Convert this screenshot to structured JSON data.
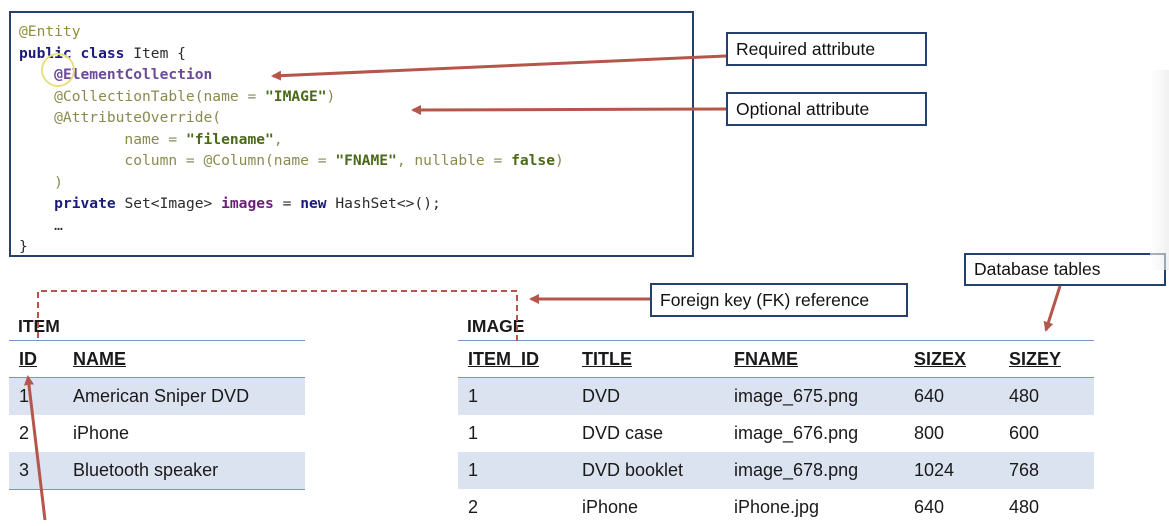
{
  "code": {
    "lines": [
      [
        {
          "t": "@Entity",
          "c": "ann"
        }
      ],
      [
        {
          "t": "public class ",
          "c": "key"
        },
        {
          "t": "Item {",
          "c": "pl"
        }
      ],
      [
        {
          "t": "    ",
          "c": "pl"
        },
        {
          "t": "@ElementCollection",
          "c": "elem"
        }
      ],
      [
        {
          "t": "    @CollectionTable(name = ",
          "c": "gray"
        },
        {
          "t": "\"IMAGE\"",
          "c": "str"
        },
        {
          "t": ")",
          "c": "gray"
        }
      ],
      [
        {
          "t": "    @AttributeOverride(",
          "c": "gray"
        }
      ],
      [
        {
          "t": "            name = ",
          "c": "gray"
        },
        {
          "t": "\"filename\"",
          "c": "str"
        },
        {
          "t": ",",
          "c": "gray"
        }
      ],
      [
        {
          "t": "            column = @Column(name = ",
          "c": "gray"
        },
        {
          "t": "\"FNAME\"",
          "c": "str"
        },
        {
          "t": ", nullable = ",
          "c": "gray"
        },
        {
          "t": "false",
          "c": "str"
        },
        {
          "t": ")",
          "c": "gray"
        }
      ],
      [
        {
          "t": "    )",
          "c": "gray"
        }
      ],
      [
        {
          "t": "    ",
          "c": "pl"
        },
        {
          "t": "private ",
          "c": "key"
        },
        {
          "t": "Set<Image> ",
          "c": "pl"
        },
        {
          "t": "images",
          "c": "purple"
        },
        {
          "t": " = ",
          "c": "pl"
        },
        {
          "t": "new ",
          "c": "key"
        },
        {
          "t": "HashSet<>();",
          "c": "pl"
        }
      ],
      [
        {
          "t": "    …",
          "c": "pl"
        }
      ],
      [
        {
          "t": "}",
          "c": "pl"
        }
      ]
    ]
  },
  "callouts": {
    "required": "Required attribute",
    "optional": "Optional attribute",
    "fk": "Foreign key (FK) reference",
    "db": "Database tables"
  },
  "item_table": {
    "title": "ITEM",
    "headers": [
      "ID",
      "NAME"
    ],
    "rows": [
      [
        "1",
        "American Sniper DVD"
      ],
      [
        "2",
        "iPhone"
      ],
      [
        "3",
        "Bluetooth speaker"
      ]
    ]
  },
  "image_table": {
    "title": "IMAGE",
    "headers": [
      "ITEM_ID",
      "TITLE",
      "FNAME",
      "SIZEX",
      "SIZEY"
    ],
    "rows": [
      [
        "1",
        "DVD",
        "image_675.png",
        "640",
        "480"
      ],
      [
        "1",
        "DVD case",
        "image_676.png",
        "800",
        "600"
      ],
      [
        "1",
        "DVD booklet",
        "image_678.png",
        "1024",
        "768"
      ],
      [
        "2",
        "iPhone",
        "iPhone.jpg",
        "640",
        "480"
      ]
    ]
  },
  "colors": {
    "box_border": "#25406b",
    "arrow": "#b5564a",
    "row_stripe": "#dbe2f0"
  }
}
